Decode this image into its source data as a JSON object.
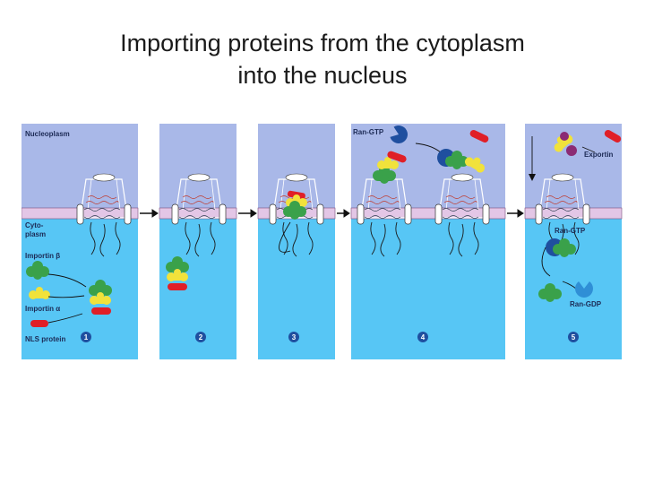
{
  "slide": {
    "title_line1": "Importing proteins from the cytoplasm",
    "title_line2": "into the nucleus"
  },
  "figure": {
    "labels": {
      "nucleoplasm": "Nucleoplasm",
      "cytoplasm_line1": "Cyto-",
      "cytoplasm_line2": "plasm",
      "importin_beta": "Importin β",
      "importin_alpha": "Importin α",
      "nls_protein": "NLS protein",
      "ran_gtp_top": "Ran-GTP",
      "exportin": "Exportin",
      "ran_gtp_bottom": "Ran-GTP",
      "ran_gdp": "Ran-GDP"
    },
    "steps": [
      "1",
      "2",
      "3",
      "4",
      "5"
    ]
  },
  "colors": {
    "nucleoplasm": "#a9b8e8",
    "cytoplasm": "#57c6f5",
    "envelope": "#e3c6e6",
    "pore": "#ffffff",
    "importin_beta": "#3aa14a",
    "importin_alpha": "#f1e23b",
    "nls_protein": "#e01f27",
    "ran_gtp": "#1f4f9f",
    "ran_gdp": "#2f8fd6",
    "exportin": "#8b2b74",
    "step_circle": "#1f4f9f"
  }
}
